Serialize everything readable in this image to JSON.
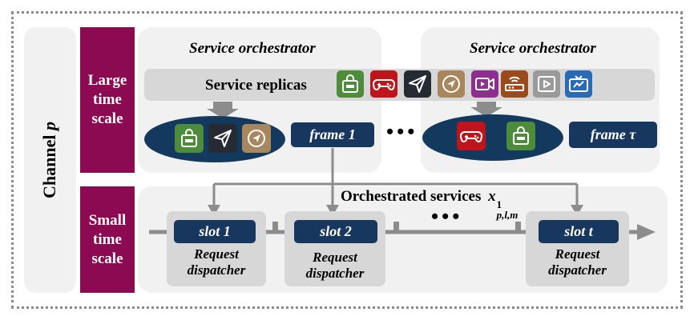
{
  "channel_label": "Channel p",
  "large_time_scale": [
    "Large",
    "time",
    "scale"
  ],
  "small_time_scale": [
    "Small",
    "time",
    "scale"
  ],
  "orchestrator_left_title": "Service orchestrator",
  "orchestrator_right_title": "Service orchestrator",
  "service_replicas_label": "Service replicas",
  "frame_first": "frame 1",
  "frame_last": "frame τ",
  "orchestrated_services_label": "Orchestrated services",
  "orchestrated_services_symbol": {
    "base": "x",
    "sup": "1",
    "sub": "p,l,m"
  },
  "slots": [
    "slot 1",
    "slot 2",
    "slot t"
  ],
  "request_dispatcher": [
    "Request",
    "dispatcher"
  ],
  "replica_icons": [
    {
      "name": "shopping-bag-icon",
      "color": "#4d8c3a"
    },
    {
      "name": "gamepad-icon",
      "color": "#c0141c"
    },
    {
      "name": "paper-plane-icon",
      "color": "#262b33"
    },
    {
      "name": "navigation-icon",
      "color": "#a8875f"
    },
    {
      "name": "video-camera-icon",
      "color": "#8d2f8e"
    },
    {
      "name": "router-icon",
      "color": "#9b4a1b"
    },
    {
      "name": "video-player-icon",
      "color": "#9a9a9a"
    },
    {
      "name": "tv-icon",
      "color": "#2a6bb6"
    }
  ],
  "frame1_icons": [
    "shopping-bag-icon",
    "paper-plane-icon",
    "navigation-icon"
  ],
  "frameT_icons": [
    "gamepad-icon",
    "shopping-bag-icon"
  ],
  "colors": {
    "maroon": "#8b0a52",
    "navy": "#17375e",
    "arrow_gray": "#8c8c8c"
  }
}
